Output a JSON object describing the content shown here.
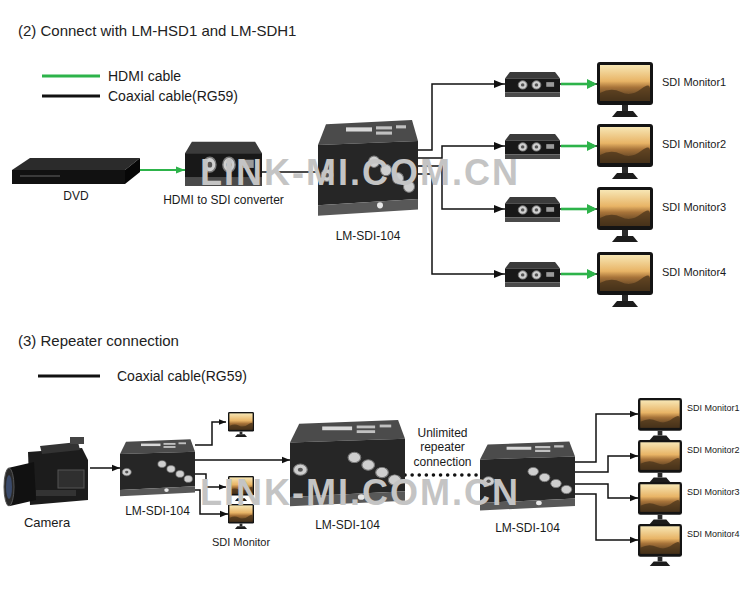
{
  "diagram": {
    "nodes": [
      {
        "text": [
          "DVD"
        ]
      },
      {
        "text": [
          "HDMI to SDI converter"
        ]
      },
      {
        "text": [
          "LM-SDI-104"
        ]
      },
      {
        "text": [
          "SDI Monitor1"
        ]
      },
      {
        "text": [
          "SDI Monitor2"
        ]
      },
      {
        "text": [
          "SDI Monitor3"
        ]
      },
      {
        "text": [
          "SDI Monitor4"
        ]
      },
      {
        "text": [
          "Camera"
        ]
      },
      {
        "text": [
          "LM-SDI-104"
        ]
      },
      {
        "text": [
          "SDI Monitor"
        ]
      },
      {
        "text": [
          "LM-SDI-104"
        ]
      },
      {
        "text": [
          "LM-SDI-104"
        ]
      },
      {
        "text": [
          "SDI Monitor1"
        ]
      },
      {
        "text": [
          "SDI Monitor2"
        ]
      },
      {
        "text": [
          "SDI Monitor3"
        ]
      },
      {
        "text": [
          "SDI Monitor4"
        ]
      }
    ],
    "edges": [
      {
        "from": 0,
        "to": 1,
        "arrow": "to"
      },
      {
        "from": 1,
        "to": 2,
        "arrow": "none"
      },
      {
        "from": 2,
        "to": 3,
        "arrow": "to"
      },
      {
        "from": 2,
        "to": 4,
        "arrow": "to"
      },
      {
        "from": 2,
        "to": 5,
        "arrow": "to"
      },
      {
        "from": 2,
        "to": 6,
        "arrow": "to"
      },
      {
        "from": 7,
        "to": 8,
        "arrow": "to"
      },
      {
        "from": 8,
        "to": 10,
        "arrow": "to"
      },
      {
        "from": 8,
        "to": 9,
        "arrow": "to"
      },
      {
        "from": 10,
        "to": 11,
        "arrow": "none",
        "label": "Unlimited repeater connection"
      },
      {
        "from": 11,
        "to": 12,
        "arrow": "to"
      },
      {
        "from": 11,
        "to": 13,
        "arrow": "to"
      },
      {
        "from": 11,
        "to": 14,
        "arrow": "to"
      },
      {
        "from": 11,
        "to": 15,
        "arrow": "to"
      }
    ],
    "labels": [
      "(2) Connect with LM-HSD1 and LM-SDH1",
      "LINK-MI.COM.CN",
      "(3) Repeater connection",
      "LINK-MI.COM.CN"
    ],
    "legend": [
      {
        "text": "HDMI cable"
      },
      {
        "text": "Coaxial cable(RG59)"
      },
      {
        "text": "Coaxial cable(RG59)"
      }
    ]
  }
}
